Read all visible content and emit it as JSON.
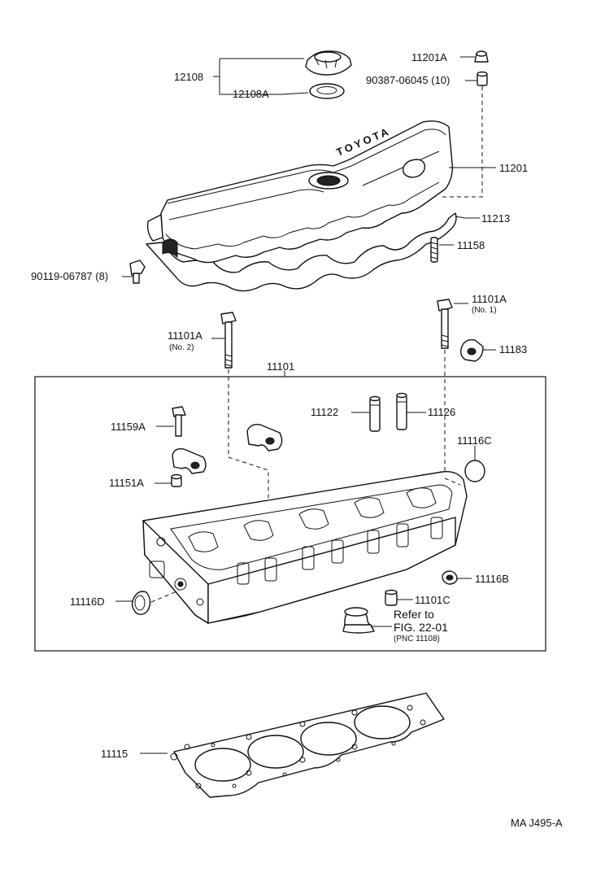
{
  "labels": {
    "p12108": "12108",
    "p12108A": "12108A",
    "p11201A": "11201A",
    "p90387": "90387-06045 (10)",
    "p11201": "11201",
    "p11213": "11213",
    "p11158": "11158",
    "p90119": "90119-06787 (8)",
    "p11101A_no1": "11101A",
    "p11101A_no1_sub": "(No. 1)",
    "p11101A_no2": "11101A",
    "p11101A_no2_sub": "(No. 2)",
    "p11183": "11183",
    "p11101": "11101",
    "p11122": "11122",
    "p11126": "11126",
    "p11159A": "11159A",
    "p11116C": "11116C",
    "p11151A": "11151A",
    "p11116B": "11116B",
    "p11116D": "11116D",
    "p11101C": "11101C",
    "refer_line1": "Refer to",
    "refer_line2": "FIG. 22-01",
    "refer_line3": "(PNC 11108)",
    "p11115": "11115",
    "brand": "TOYOTA",
    "code": "MA  J495-A"
  }
}
